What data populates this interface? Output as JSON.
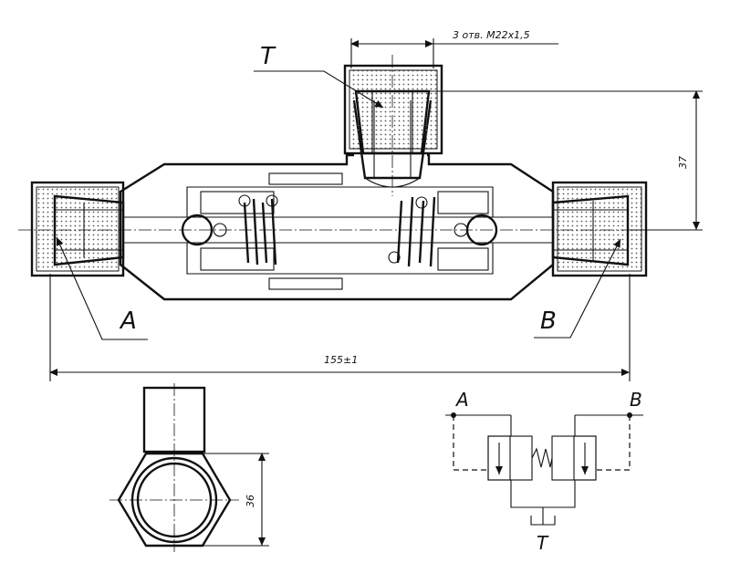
{
  "drawing": {
    "port_t_label": "T",
    "port_a_label": "A",
    "port_b_label": "B",
    "thread_note": "3 отв. M22x1,5",
    "dim_height": "37",
    "dim_length": "155±1",
    "dim_hex": "36"
  },
  "schematic": {
    "port_a": "A",
    "port_b": "B",
    "port_t": "T"
  }
}
